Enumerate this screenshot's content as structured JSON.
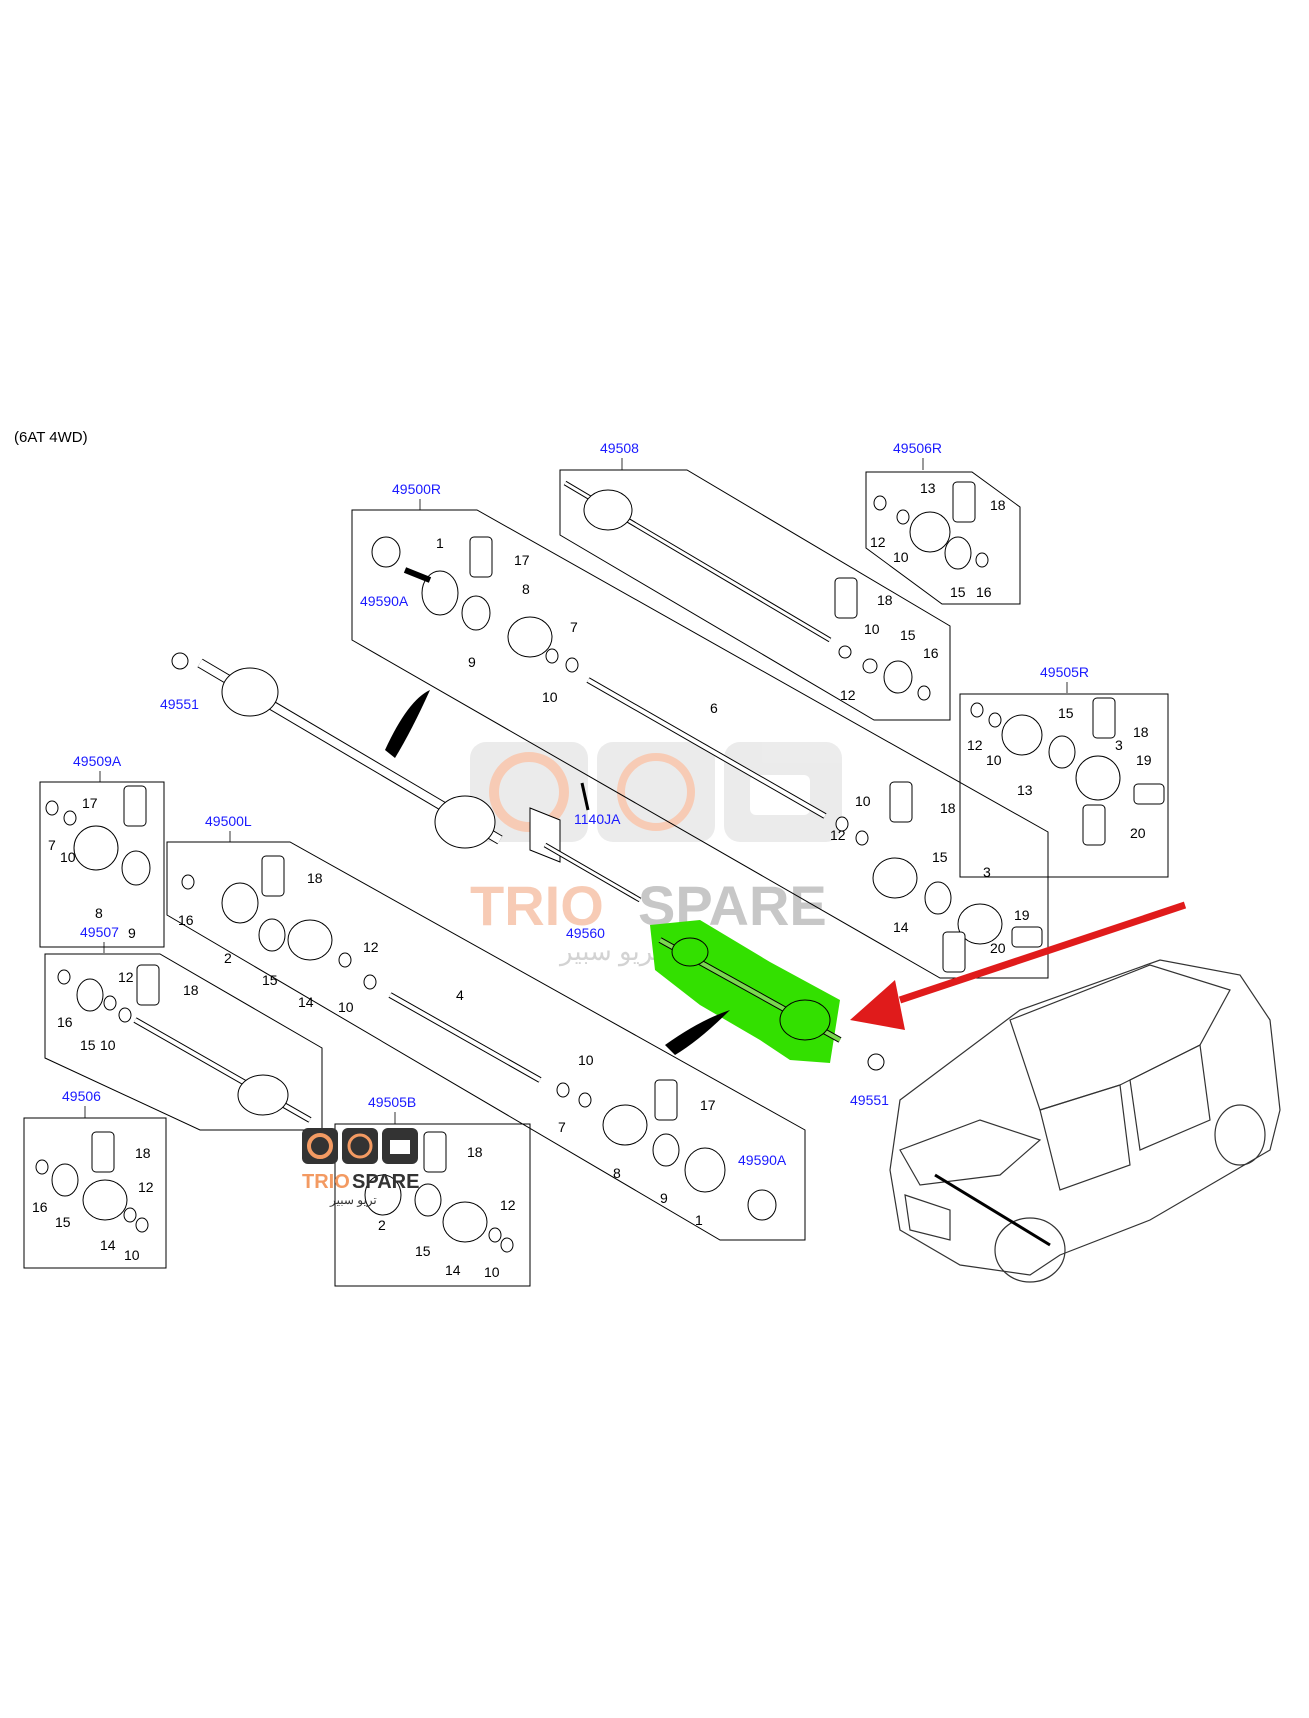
{
  "title": "(6AT 4WD)",
  "callouts": {
    "c49508": "49508",
    "c49506R": "49506R",
    "c49500R": "49500R",
    "c49505R": "49505R",
    "c49551a": "49551",
    "c49551b": "49551",
    "c49509A": "49509A",
    "c49500L": "49500L",
    "c1140JA": "1140JA",
    "c49560": "49560",
    "c49507": "49507",
    "c49506": "49506",
    "c49505B": "49505B",
    "c49590Aa": "49590A",
    "c49590Ab": "49590A"
  },
  "watermark": {
    "brand_a": "TRIO",
    "brand_b": "SPARE",
    "arabic": "تريو سبير"
  },
  "logo_small": {
    "brand_a": "TRIO",
    "brand_b": "SPARE",
    "arabic": "تريو سبير"
  },
  "colors": {
    "callout_blue": "#1a1aff",
    "highlight_green": "#33e000",
    "arrow_red": "#e01b1b",
    "watermark_orange": "#f2a27a",
    "watermark_grey": "#9a9a9a"
  }
}
